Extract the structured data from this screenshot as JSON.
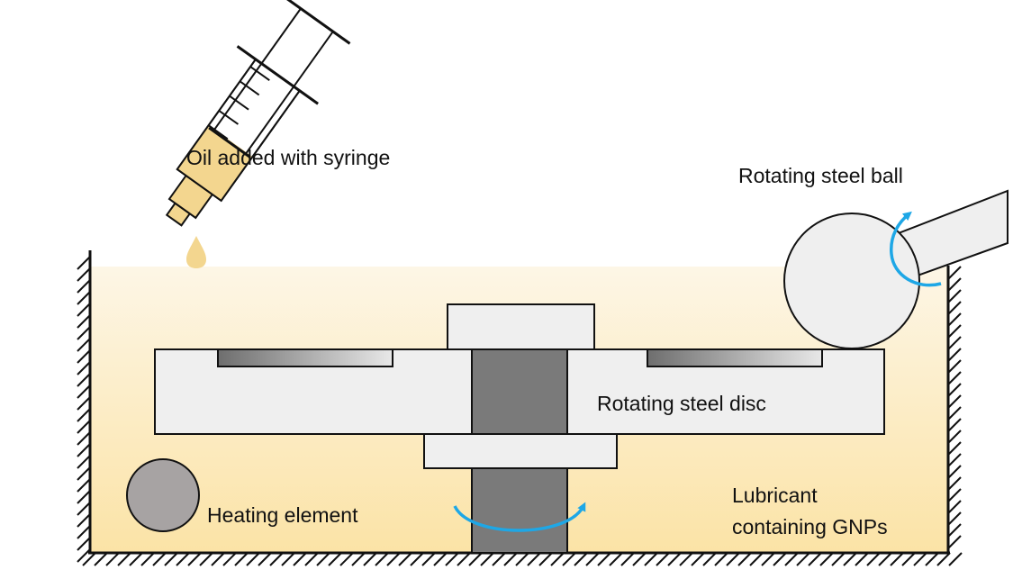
{
  "labels": {
    "oil_syringe": "Oil added with syringe",
    "steel_ball": "Rotating steel ball",
    "steel_disc": "Rotating steel disc",
    "heating_element": "Heating element",
    "lubricant_line1": "Lubricant",
    "lubricant_line2": "containing GNPs"
  },
  "colors": {
    "oil": "#f3d68f",
    "lubricant_top": "#fdf6e6",
    "lubricant_bottom": "#fbe3a6",
    "steel_light": "#efefef",
    "steel_dark": "#7a7a7a",
    "heating_element": "#a7a3a3",
    "rotation_arrow": "#1ea7e6",
    "outline": "#111111"
  }
}
